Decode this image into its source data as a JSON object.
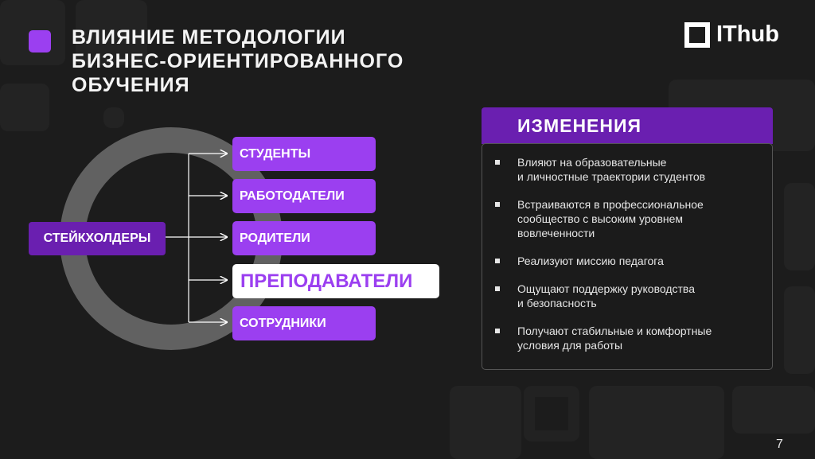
{
  "title": "ВЛИЯНИЕ МЕТОДОЛОГИИ\nБИЗНЕС-ОРИЕНТИРОВАННОГО\nОБУЧЕНИЯ",
  "title_lines": [
    "ВЛИЯНИЕ МЕТОДОЛОГИИ",
    "БИЗНЕС-ОРИЕНТИРОВАННОГО",
    "ОБУЧЕНИЯ"
  ],
  "logo_text": "IThub",
  "stakeholders_label": "СТЕЙКХОЛДЕРЫ",
  "groups": [
    "СТУДЕНТЫ",
    "РАБОТОДАТЕЛИ",
    "РОДИТЕЛИ",
    "ПРЕПОДАВАТЕЛИ",
    "СОТРУДНИКИ"
  ],
  "highlighted_group": "ПРЕПОДАВАТЕЛИ",
  "panel": {
    "heading": "ИЗМЕНЕНИЯ",
    "items": [
      "Влияют на образовательные\nи личностные траектории студентов",
      "Встраиваются в профессиональное\nсообщество с высоким уровнем\nвовлеченности",
      "Реализуют миссию педагога",
      "Ощущают поддержку руководства\nи безопасность",
      "Получают стабильные и комфортные\nусловия для работы"
    ]
  },
  "page_number": "7",
  "colors": {
    "accent": "#9b3ff0",
    "accent_dark": "#6a1fb0",
    "background": "#1c1c1c",
    "ring": "#616161"
  }
}
